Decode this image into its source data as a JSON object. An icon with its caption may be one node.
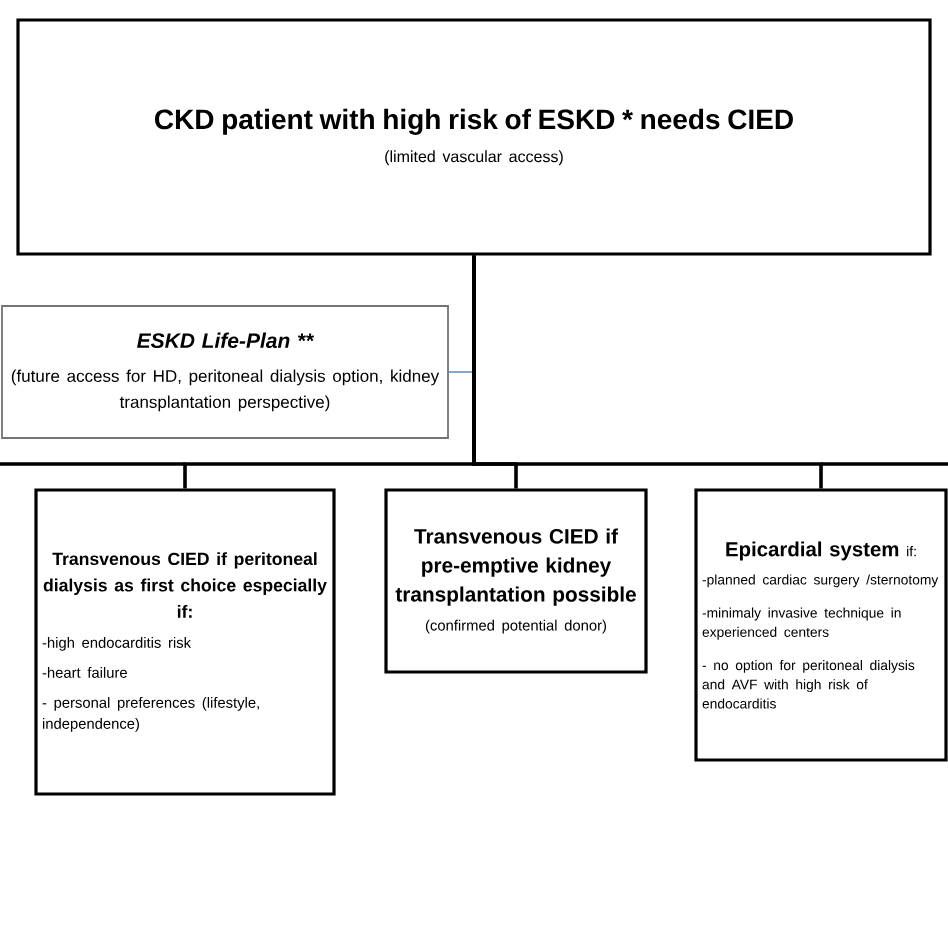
{
  "diagram": {
    "nodes": [
      {
        "text": [
          "CKD patient with high risk of ESKD * needs CIED",
          "(limited vascular access)"
        ]
      },
      {
        "text": [
          "ESKD Life-Plan **",
          "(future access for HD, peritoneal dialysis option, kidney transplantation perspective)"
        ]
      },
      {
        "text": [
          "Transvenous CIED if peritoneal dialysis as first choice especially if:",
          "-high endocarditis risk",
          "-heart failure",
          "- personal preferences (lifestyle, independence)"
        ]
      },
      {
        "text": [
          "Transvenous CIED if pre-emptive kidney transplantation possible",
          "(confirmed potential donor)"
        ]
      },
      {
        "text": [
          "Epicardial system",
          "if:",
          "-planned cardiac surgery /sternotomy",
          "-minimaly invasive technique in experienced centers",
          "- no option for peritoneal dialysis and AVF with high risk of endocarditis"
        ]
      }
    ],
    "edges": [
      {
        "from": 0,
        "to": 2,
        "arrow": "none"
      },
      {
        "from": 0,
        "to": 3,
        "arrow": "none"
      },
      {
        "from": 0,
        "to": 4,
        "arrow": "none"
      },
      {
        "from": 1,
        "to": null,
        "arrow": "none",
        "color": "#4f81bd"
      }
    ]
  }
}
